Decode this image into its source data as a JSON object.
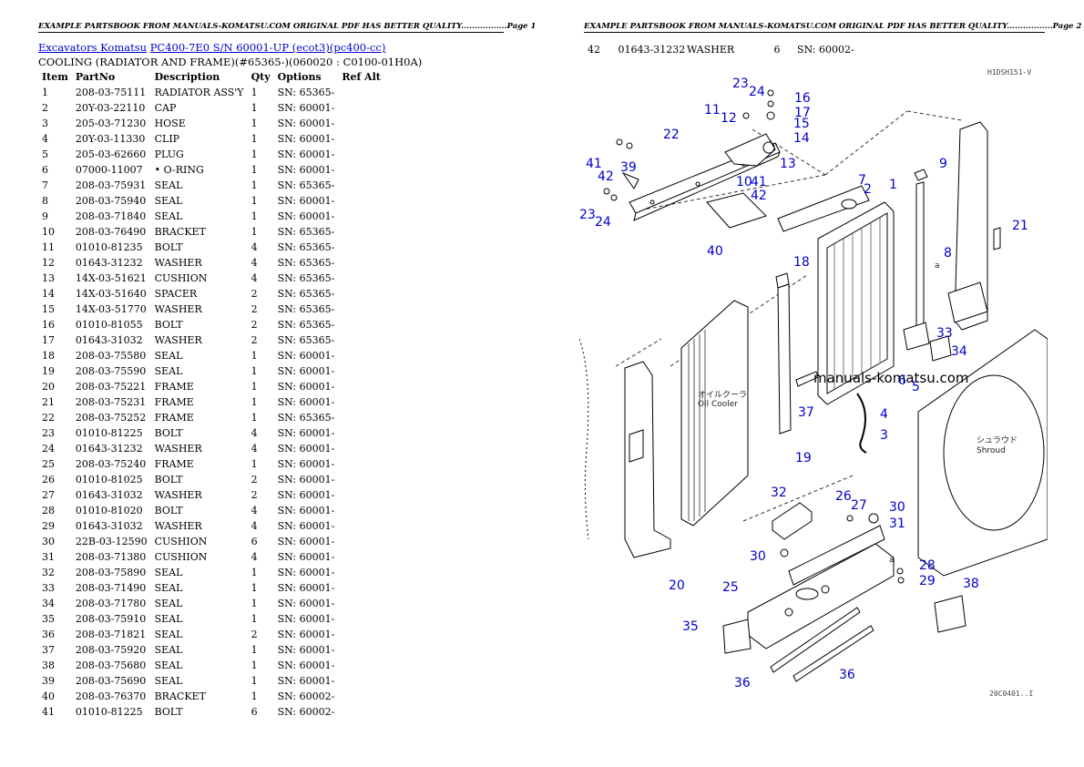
{
  "page_left": {
    "header": "EXAMPLE PARTSBOOK FROM MANUALS-KOMATSU.COM ORIGINAL PDF HAS BETTER QUALITY.................Page 1",
    "breadcrumb": {
      "link1": "Excavators Komatsu",
      "link2": "PC400-7E0 S/N 60001-UP (ecot3)(pc400-cc)"
    },
    "subtitle": "COOLING (RADIATOR AND FRAME)(#65365-)(060020 : C0100-01H0A)",
    "columns": [
      "Item",
      "PartNo",
      "Description",
      "Qty",
      "Options",
      "Ref Alt"
    ],
    "rows": [
      [
        "1",
        "208-03-75111",
        "RADIATOR ASS'Y",
        "1",
        "SN: 65365-"
      ],
      [
        "2",
        "20Y-03-22110",
        "CAP",
        "1",
        "SN: 60001-"
      ],
      [
        "3",
        "205-03-71230",
        "HOSE",
        "1",
        "SN: 60001-"
      ],
      [
        "4",
        "20Y-03-11330",
        "CLIP",
        "1",
        "SN: 60001-"
      ],
      [
        "5",
        "205-03-62660",
        "PLUG",
        "1",
        "SN: 60001-"
      ],
      [
        "6",
        "07000-11007",
        "• O-RING",
        "1",
        "SN: 60001-"
      ],
      [
        "7",
        "208-03-75931",
        "SEAL",
        "1",
        "SN: 65365-"
      ],
      [
        "8",
        "208-03-75940",
        "SEAL",
        "1",
        "SN: 60001-"
      ],
      [
        "9",
        "208-03-71840",
        "SEAL",
        "1",
        "SN: 60001-"
      ],
      [
        "10",
        "208-03-76490",
        "BRACKET",
        "1",
        "SN: 65365-"
      ],
      [
        "11",
        "01010-81235",
        "BOLT",
        "4",
        "SN: 65365-"
      ],
      [
        "12",
        "01643-31232",
        "WASHER",
        "4",
        "SN: 65365-"
      ],
      [
        "13",
        "14X-03-51621",
        "CUSHION",
        "4",
        "SN: 65365-"
      ],
      [
        "14",
        "14X-03-51640",
        "SPACER",
        "2",
        "SN: 65365-"
      ],
      [
        "15",
        "14X-03-51770",
        "WASHER",
        "2",
        "SN: 65365-"
      ],
      [
        "16",
        "01010-81055",
        "BOLT",
        "2",
        "SN: 65365-"
      ],
      [
        "17",
        "01643-31032",
        "WASHER",
        "2",
        "SN: 65365-"
      ],
      [
        "18",
        "208-03-75580",
        "SEAL",
        "1",
        "SN: 60001-"
      ],
      [
        "19",
        "208-03-75590",
        "SEAL",
        "1",
        "SN: 60001-"
      ],
      [
        "20",
        "208-03-75221",
        "FRAME",
        "1",
        "SN: 60001-"
      ],
      [
        "21",
        "208-03-75231",
        "FRAME",
        "1",
        "SN: 60001-"
      ],
      [
        "22",
        "208-03-75252",
        "FRAME",
        "1",
        "SN: 65365-"
      ],
      [
        "23",
        "01010-81225",
        "BOLT",
        "4",
        "SN: 60001-"
      ],
      [
        "24",
        "01643-31232",
        "WASHER",
        "4",
        "SN: 60001-"
      ],
      [
        "25",
        "208-03-75240",
        "FRAME",
        "1",
        "SN: 60001-"
      ],
      [
        "26",
        "01010-81025",
        "BOLT",
        "2",
        "SN: 60001-"
      ],
      [
        "27",
        "01643-31032",
        "WASHER",
        "2",
        "SN: 60001-"
      ],
      [
        "28",
        "01010-81020",
        "BOLT",
        "4",
        "SN: 60001-"
      ],
      [
        "29",
        "01643-31032",
        "WASHER",
        "4",
        "SN: 60001-"
      ],
      [
        "30",
        "22B-03-12590",
        "CUSHION",
        "6",
        "SN: 60001-"
      ],
      [
        "31",
        "208-03-71380",
        "CUSHION",
        "4",
        "SN: 60001-"
      ],
      [
        "32",
        "208-03-75890",
        "SEAL",
        "1",
        "SN: 60001-"
      ],
      [
        "33",
        "208-03-71490",
        "SEAL",
        "1",
        "SN: 60001-"
      ],
      [
        "34",
        "208-03-71780",
        "SEAL",
        "1",
        "SN: 60001-"
      ],
      [
        "35",
        "208-03-75910",
        "SEAL",
        "1",
        "SN: 60001-"
      ],
      [
        "36",
        "208-03-71821",
        "SEAL",
        "2",
        "SN: 60001-"
      ],
      [
        "37",
        "208-03-75920",
        "SEAL",
        "1",
        "SN: 60001-"
      ],
      [
        "38",
        "208-03-75680",
        "SEAL",
        "1",
        "SN: 60001-"
      ],
      [
        "39",
        "208-03-75690",
        "SEAL",
        "1",
        "SN: 60001-"
      ],
      [
        "40",
        "208-03-76370",
        "BRACKET",
        "1",
        "SN: 60002-"
      ],
      [
        "41",
        "01010-81225",
        "BOLT",
        "6",
        "SN: 60002-"
      ]
    ]
  },
  "page_right": {
    "header": "EXAMPLE PARTSBOOK FROM MANUALS-KOMATSU.COM ORIGINAL PDF HAS BETTER QUALITY.................Page 2",
    "continued_row": [
      "42",
      "01643-31232",
      "WASHER",
      "6",
      "SN: 60002-"
    ],
    "diagram": {
      "watermark": "manuals-komatsu.com",
      "code_top": "H1DSH151-V",
      "code_bottom": "20C0401..I",
      "label_oil_cooler_jp": "オイルクーラ",
      "label_oil_cooler": "Oil Cooler",
      "label_shroud_jp": "シュラウド",
      "label_shroud": "Shroud",
      "letter_a": "a",
      "callouts": [
        "1",
        "2",
        "3",
        "4",
        "5",
        "6",
        "7",
        "8",
        "9",
        "10",
        "11",
        "12",
        "13",
        "14",
        "15",
        "16",
        "17",
        "18",
        "19",
        "20",
        "21",
        "22",
        "23",
        "24",
        "25",
        "26",
        "27",
        "28",
        "29",
        "30",
        "31",
        "32",
        "33",
        "34",
        "35",
        "36",
        "37",
        "38",
        "39",
        "40",
        "41",
        "42"
      ]
    }
  }
}
